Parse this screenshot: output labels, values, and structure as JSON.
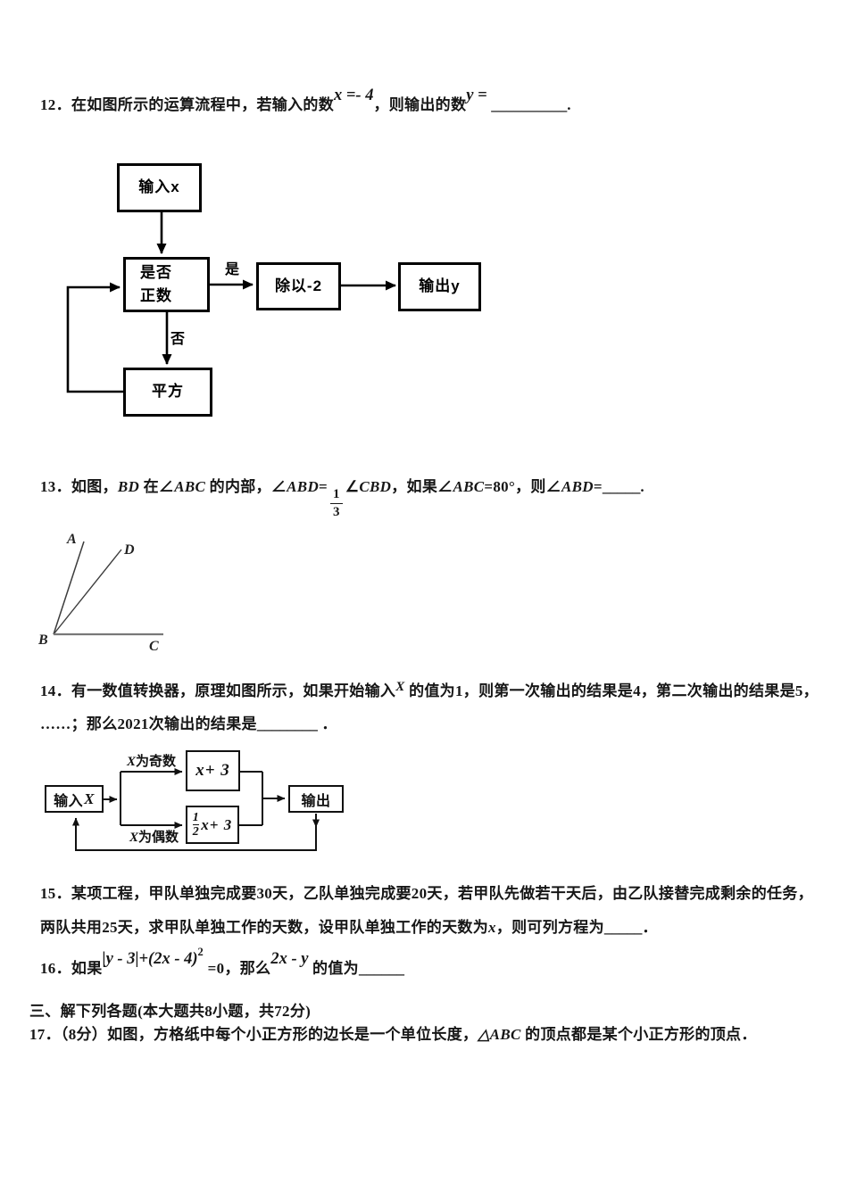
{
  "page": {
    "background": "#ffffff",
    "text_color": "#161616"
  },
  "q12": {
    "segments": [
      {
        "t": "12．在如图所示的运算流程中，若输入的数"
      },
      {
        "t": "x =- 4",
        "k": "msup"
      },
      {
        "t": "，则输出的数"
      },
      {
        "t": "y = ",
        "k": "msup"
      },
      {
        "t": "__________",
        "k": "blank"
      },
      {
        "t": "."
      }
    ]
  },
  "flowchart1": {
    "node_input": "输入x",
    "node_decision_line1": "是否",
    "node_decision_line2": "正数",
    "node_divide": "除以-2",
    "node_output": "输出y",
    "node_square": "平方",
    "label_yes": "是",
    "label_no": "否"
  },
  "q13": {
    "segments": [
      {
        "t": "13．如图，"
      },
      {
        "t": "BD",
        "k": "var"
      },
      {
        "t": " 在∠"
      },
      {
        "t": "ABC",
        "k": "var"
      },
      {
        "t": " 的内部，∠"
      },
      {
        "t": "ABD",
        "k": "var"
      },
      {
        "t": "="
      },
      {
        "k": "frac",
        "num": "1",
        "den": "3"
      },
      {
        "t": "∠"
      },
      {
        "t": "CBD",
        "k": "var"
      },
      {
        "t": "，如果∠"
      },
      {
        "t": "ABC",
        "k": "var"
      },
      {
        "t": "=80°"
      },
      {
        "t": "，则∠"
      },
      {
        "t": "ABD",
        "k": "var"
      },
      {
        "t": "="
      },
      {
        "t": "_____",
        "k": "blank"
      },
      {
        "t": "."
      }
    ]
  },
  "diagram13": {
    "label_a": "A",
    "label_b": "B",
    "label_c": "C",
    "label_d": "D"
  },
  "q14": {
    "line1_segments": [
      {
        "t": "14．有一数值转换器，原理如图所示，如果开始输入"
      },
      {
        "t": "X",
        "k": "vsup"
      },
      {
        "t": " 的值为1，则第一次输出的结果是4，第二次输出的结果是5，"
      }
    ],
    "line2_segments": [
      {
        "t": "……；那么2021次输出的结果是"
      },
      {
        "t": "________",
        "k": "blank"
      },
      {
        "t": " ．"
      }
    ]
  },
  "flowchart2": {
    "node_input_cn": "输入",
    "node_input_var": "X",
    "branch_odd_label_var": "X",
    "branch_odd_label_cn": "为奇数",
    "branch_even_label_var": "X",
    "branch_even_label_cn": "为偶数",
    "node_odd_expr": "x+ 3",
    "even_frac_num": "1",
    "even_frac_den": "2",
    "node_even_suffix": "x+ 3",
    "node_output": "输出"
  },
  "q15": {
    "line1_segments": [
      {
        "t": "15．某项工程，甲队单独完成要30天，乙队单独完成要20天，若甲队先做若干天后，由乙队接替完成剩余的任务，"
      }
    ],
    "line2_segments": [
      {
        "t": "两队共用25天，求甲队单独工作的天数，设甲队单独工作的天数为"
      },
      {
        "t": "x",
        "k": "var"
      },
      {
        "t": "，则可列方程为"
      },
      {
        "t": "_____",
        "k": "blank"
      },
      {
        "t": "．"
      }
    ]
  },
  "q16": {
    "segments": [
      {
        "t": "16．如果"
      },
      {
        "t": "|y - 3|+(2x - 4)",
        "k": "msup"
      },
      {
        "t": "2",
        "k": "msupexp"
      },
      {
        "t": " =0，那么"
      },
      {
        "t": "2x - y",
        "k": "msup"
      },
      {
        "t": " 的值为"
      },
      {
        "t": "______",
        "k": "blank"
      }
    ]
  },
  "section3": {
    "heading": "三、解下列各题(本大题共8小题，共72分)"
  },
  "q17": {
    "segments": [
      {
        "t": "17．（8分）如图，方格纸中每个小正方形的边长是一个单位长度，"
      },
      {
        "t": "△ABC",
        "k": "var"
      },
      {
        "t": " 的顶点都是某个小正方形的顶点．"
      }
    ]
  }
}
